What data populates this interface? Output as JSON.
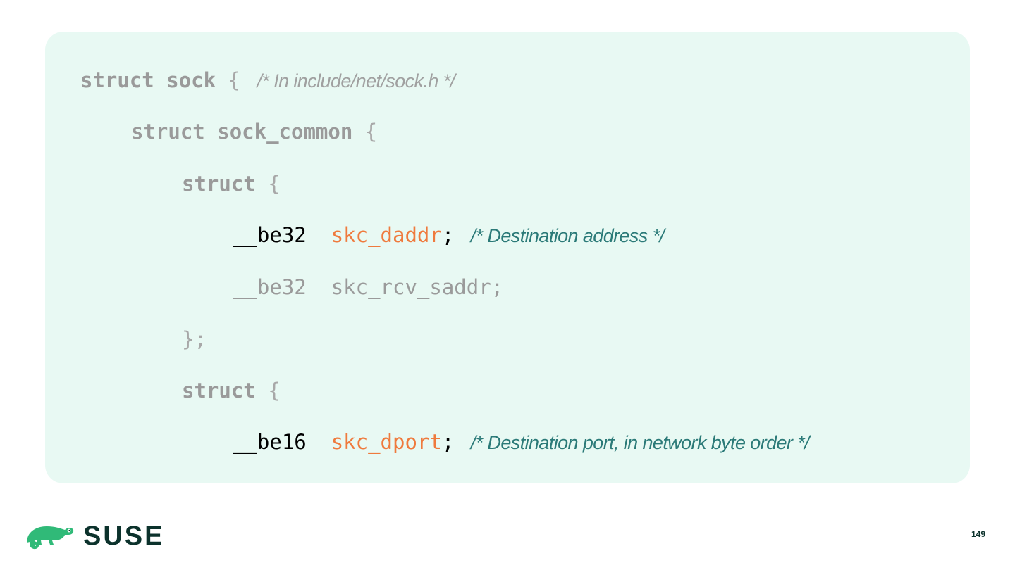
{
  "code": {
    "line1": {
      "keyword": "struct",
      "name": "sock",
      "brace": "{",
      "comment": "/* In include/net/sock.h */"
    },
    "line2": {
      "keyword": "struct",
      "name": "sock_common",
      "brace": "{"
    },
    "line3": {
      "keyword": "struct",
      "brace": "{"
    },
    "line4": {
      "type": "__be32",
      "field": "skc_daddr",
      "semicolon": ";",
      "comment": "/* Destination address */"
    },
    "line5": {
      "type": "__be32",
      "field": "skc_rcv_saddr",
      "semicolon": ";"
    },
    "line6": {
      "text": "};"
    },
    "line7": {
      "keyword": "struct",
      "brace": "{"
    },
    "line8": {
      "type": "__be16",
      "field": "skc_dport",
      "semicolon": ";",
      "comment": "/* Destination port, in network byte order */"
    }
  },
  "colors": {
    "code_background": "#e8f9f3",
    "highlight_field": "#ef7a3d",
    "comment_teal": "#2b7a78",
    "dim_text": "#9a9a9a",
    "brand": "#30ba78",
    "brand_dark": "#0c322c"
  },
  "footer": {
    "logo_icon": "chameleon-icon",
    "logo_text": "SUSE",
    "page_number": "149"
  }
}
